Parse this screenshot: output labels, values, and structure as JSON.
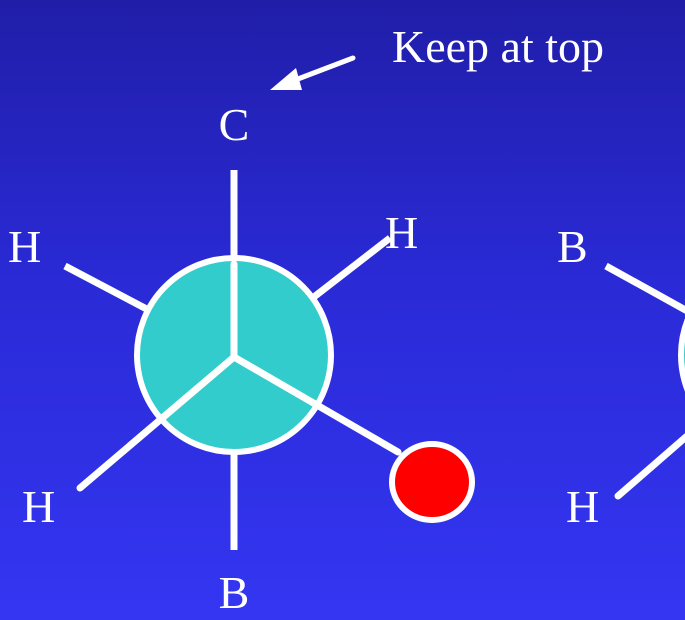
{
  "annotation": {
    "text": "Keep at top"
  },
  "projection_left": {
    "front_top": "C",
    "front_right": "H",
    "front_left": "H",
    "back_lower_left": "H",
    "back_bottom": "B"
  },
  "projection_right": {
    "back_upper_left": "B",
    "back_lower_left": "H"
  },
  "colors": {
    "background_top": "#201ea8",
    "background_bottom": "#3436f2",
    "circle_fill": "#33cccc",
    "bond": "#ffffff",
    "highlight_atom": "#ff0000"
  }
}
